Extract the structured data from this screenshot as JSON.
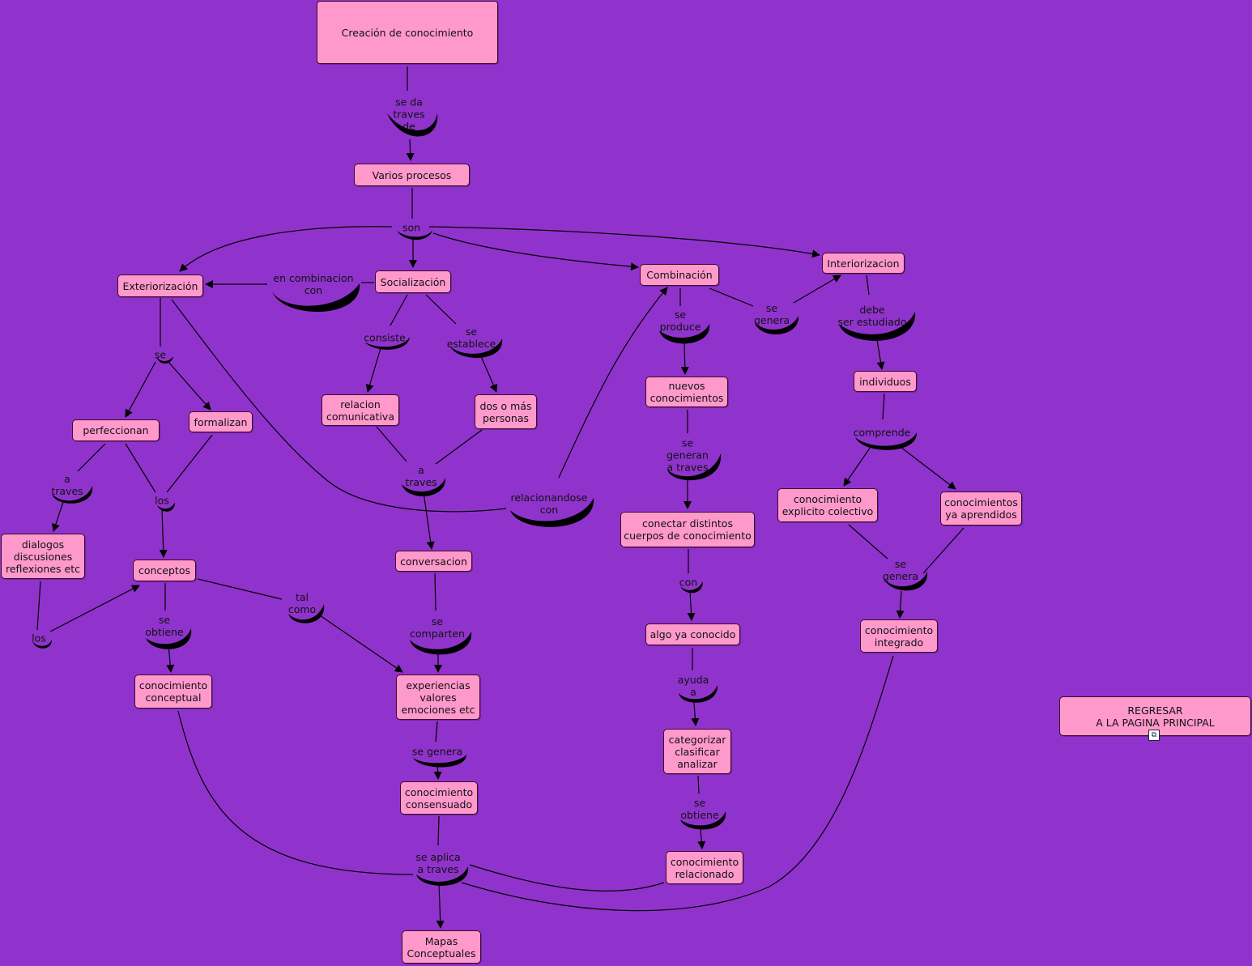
{
  "nodes": {
    "creacion": "Creación de conocimiento",
    "varios": "Varios procesos",
    "exteriorizacion": "Exteriorización",
    "socializacion": "Socialización",
    "combinacion": "Combinación",
    "interiorizacion": "Interiorizacion",
    "perfeccionan": "perfeccionan",
    "formalizan": "formalizan",
    "relacion": "relacion\ncomunicativa",
    "dos_personas": "dos o más\npersonas",
    "nuevos": "nuevos\nconocimientos",
    "individuos": "individuos",
    "dialogos": "dialogos\ndiscusiones\nreflexiones etc",
    "conceptos": "conceptos",
    "conversacion": "conversacion",
    "conectar": "conectar distintos\ncuerpos de conocimiento",
    "explicito": "conocimiento\nexplicito colectivo",
    "aprendidos": "conocimientos\nya aprendidos",
    "algo": "algo ya conocido",
    "integrado": "conocimiento\nintegrado",
    "conceptual": "conocimiento\nconceptual",
    "experiencias": "experiencias\nvalores\nemociones etc",
    "categorizar": "categorizar\nclasificar\nanalizar",
    "consensuado": "conocimiento\nconsensuado",
    "relacionado": "conocimiento\nrelacionado",
    "mapas": "Mapas\nConceptuales",
    "regresar": "REGRESAR\nA LA PAGINA PRINCIPAL"
  },
  "links": {
    "se_da": "se da\ntraves\nde",
    "son": "son",
    "en_combinacion": "en combinacion\ncon",
    "consiste": "consiste",
    "se_establece": "se\nestablece",
    "se_produce": "se\nproduce",
    "se_genera_int": "se\ngenera",
    "debe": "debe\nser estudiado",
    "se_ext": "se",
    "a_traves_soc": "a\ntraves",
    "relacionandose": "relacionandose\ncon",
    "se_generan": "se\ngeneran\na traves",
    "comprende": "comprende",
    "a_traves_perf": "a\ntraves",
    "los_mid": "los",
    "con": "con",
    "se_genera_ind": "se\ngenera",
    "tal_como": "tal\ncomo",
    "se_obtiene_conc": "se\nobtiene",
    "se_comparten": "se\ncomparten",
    "los_left": "los",
    "ayuda": "ayuda\na",
    "se_genera_exp": "se genera",
    "se_obtiene_cat": "se\nobtiene",
    "se_aplica": "se aplica\na traves"
  },
  "link_icon": "link-icon",
  "colors": {
    "background": "#9033cc",
    "node": "#ff99cc",
    "line": "#000000"
  }
}
